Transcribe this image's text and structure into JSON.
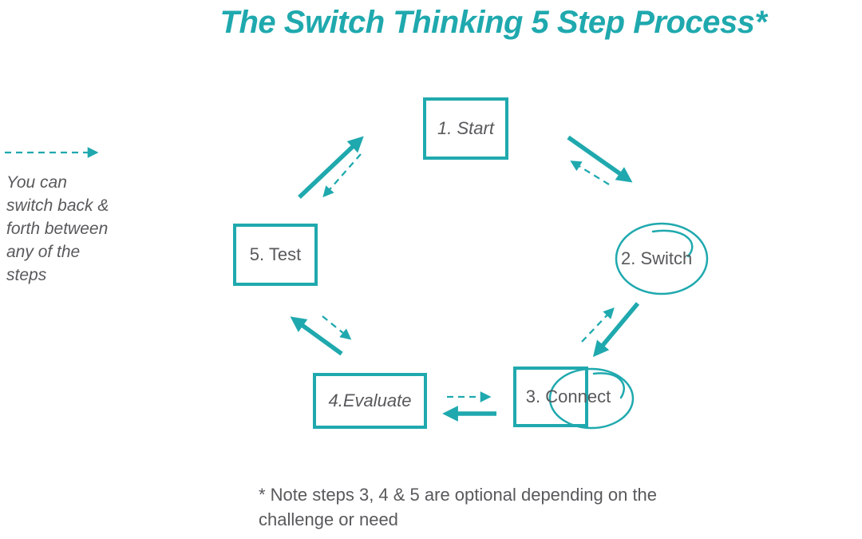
{
  "title": "The Switch Thinking 5 Step Process*",
  "colors": {
    "teal": "#1FA9AE",
    "text_gray": "#58595B"
  },
  "legend": {
    "arrow_icon": "dashed-right-arrow",
    "text": "You can\nswitch back &\nforth between\nany of the\nsteps"
  },
  "steps": {
    "start": "1. Start",
    "switch": "2. Switch",
    "connect": "3. Connect",
    "evaluate": "4.Evaluate",
    "test": "5. Test"
  },
  "footnote": "* Note steps 3, 4 & 5 are optional depending on the\nchallenge or need"
}
